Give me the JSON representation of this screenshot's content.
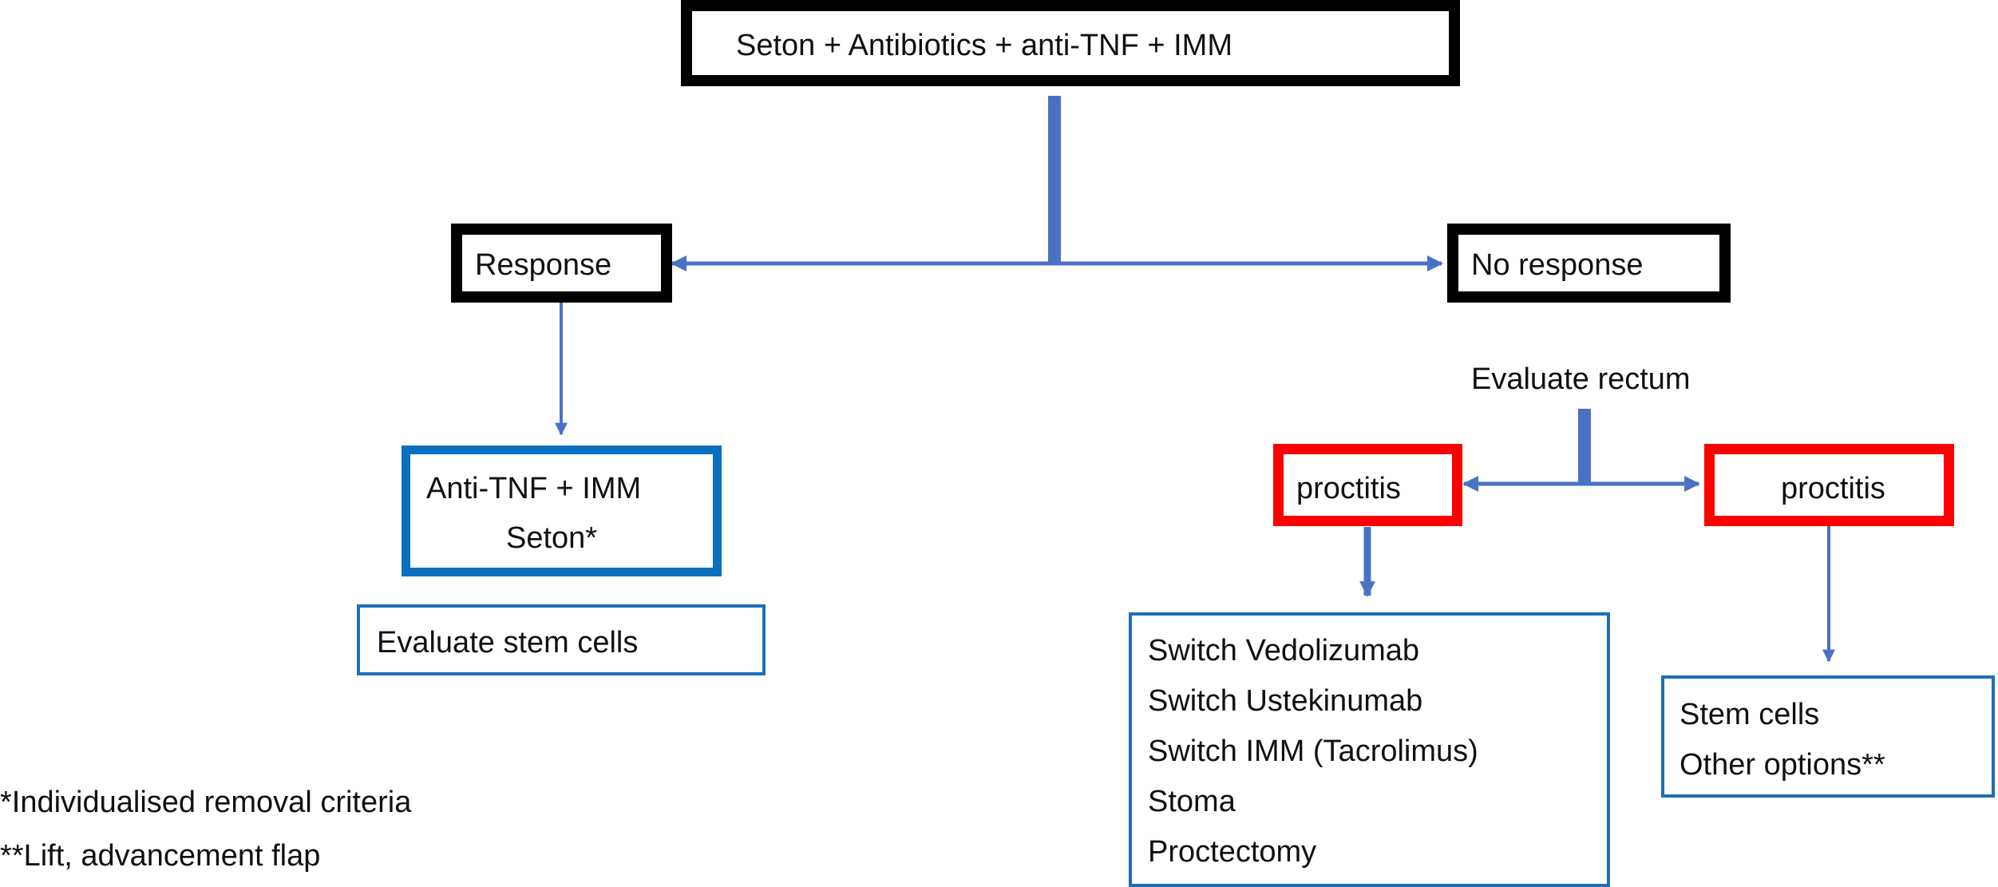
{
  "diagram": {
    "top": {
      "label": "Seton + Antibiotics + anti-TNF + IMM"
    },
    "response": {
      "label": "Response"
    },
    "no_response": {
      "label": "No response"
    },
    "evaluate_rectum": {
      "label": "Evaluate rectum"
    },
    "proctitis_left": {
      "label": "proctitis"
    },
    "proctitis_right": {
      "label": "proctitis"
    },
    "anti_tnf": {
      "line1": "Anti-TNF + IMM",
      "line2": "Seton*"
    },
    "evaluate_stem_cells": {
      "label": "Evaluate stem cells"
    },
    "switch_options": [
      "Switch Vedolizumab",
      "Switch Ustekinumab",
      "Switch IMM (Tacrolimus)",
      "Stoma",
      "Proctectomy"
    ],
    "stem_cell_options": [
      "Stem cells",
      "Other options**"
    ],
    "footnotes": [
      "*Individualised removal criteria",
      "**Lift, advancement flap"
    ]
  },
  "colors": {
    "arrow": "#4a72c4",
    "black_border": "#000000",
    "red_border": "#ff0000",
    "blue_border": "#0a6fbf"
  }
}
